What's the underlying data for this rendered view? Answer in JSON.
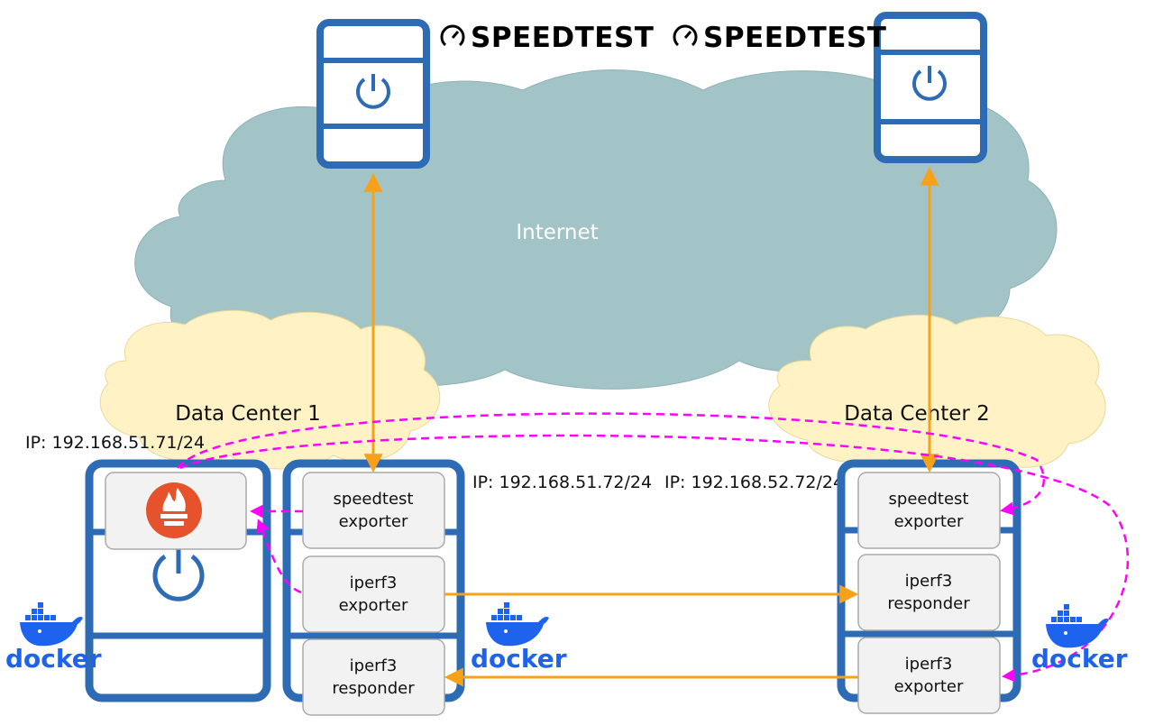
{
  "internet": {
    "label": "Internet"
  },
  "speedtest": [
    {
      "brand": "SPEEDTEST"
    },
    {
      "brand": "SPEEDTEST"
    }
  ],
  "dc1": {
    "title": "Data Center 1",
    "ip_prometheus": "IP: 192.168.51.71/24",
    "ip_server": "IP: 192.168.51.72/24",
    "speedtest_exporter": [
      "speedtest",
      "exporter"
    ],
    "iperf3_exporter": [
      "iperf3",
      "exporter"
    ],
    "iperf3_responder": [
      "iperf3",
      "responder"
    ]
  },
  "dc2": {
    "title": "Data Center 2",
    "ip_server": "IP: 192.168.52.72/24",
    "speedtest_exporter": [
      "speedtest",
      "exporter"
    ],
    "iperf3_responder": [
      "iperf3",
      "responder"
    ],
    "iperf3_exporter": [
      "iperf3",
      "exporter"
    ]
  },
  "docker": {
    "label": "docker"
  },
  "colors": {
    "cloud": "#a3c4c6",
    "dc_cloud": "#fff2c5",
    "server": "#2d6bb5",
    "arrow": "#f5a21a",
    "scrape": "#ff00ff",
    "prometheus": "#e6522c",
    "docker": "#1d63ed"
  }
}
